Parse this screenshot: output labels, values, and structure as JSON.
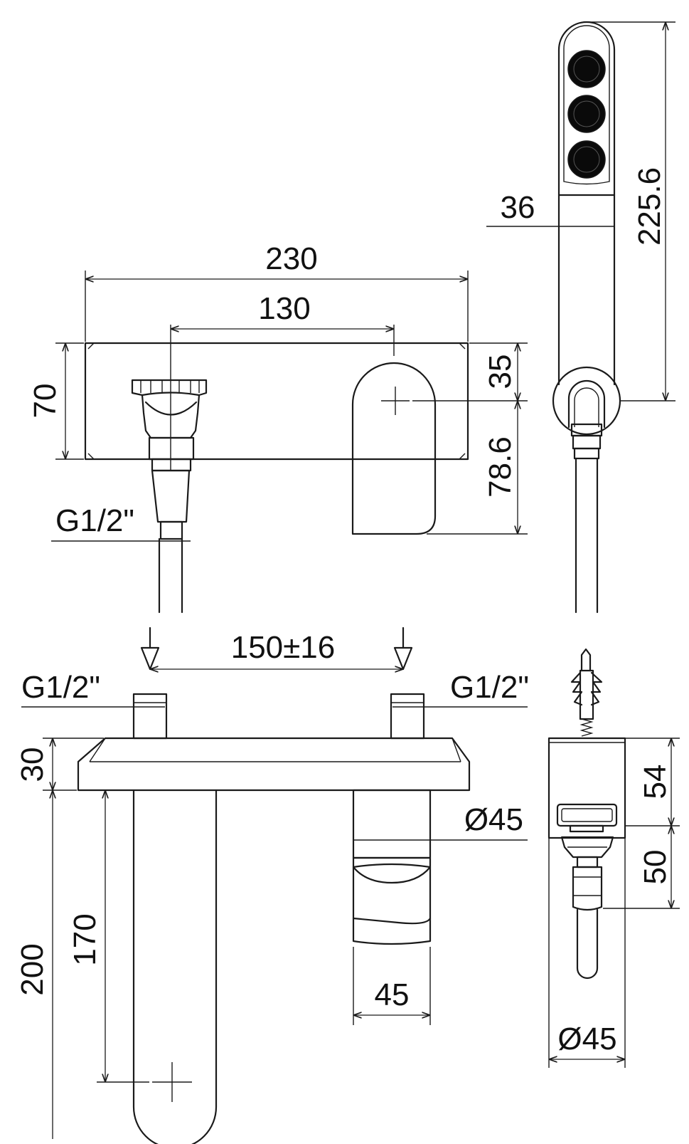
{
  "colors": {
    "line": "#1a1a1a",
    "background": "#ffffff"
  },
  "front_view": {
    "overall_width": "230",
    "handle_spacing": "130",
    "plate_height": "70",
    "handle_offset_top": "35",
    "handle_length": "78.6",
    "hose_thread": "G1/2\""
  },
  "hand_shower": {
    "length": "225.6",
    "handle_width": "36"
  },
  "top_view": {
    "inlet_spacing": "150±16",
    "inlet_thread_left": "G1/2\"",
    "inlet_thread_right": "G1/2\"",
    "plate_depth": "30",
    "spout_projection": "200",
    "spout_length": "170",
    "mixer_diameter": "Ø45",
    "mixer_width": "45"
  },
  "side_view": {
    "holder_height": "54",
    "outlet_length": "50",
    "diameter": "Ø45"
  }
}
